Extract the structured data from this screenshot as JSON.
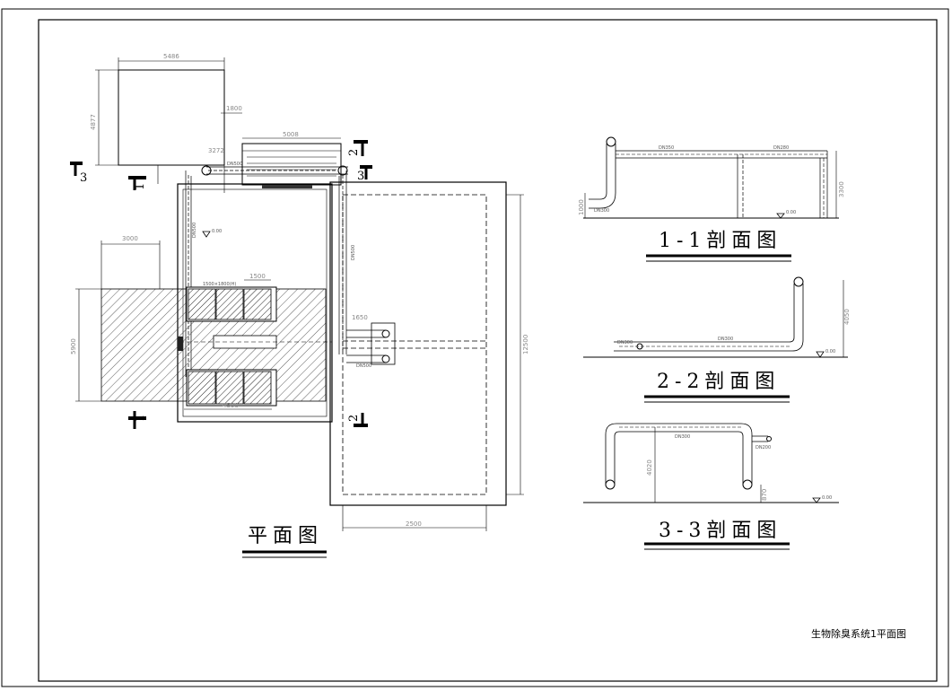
{
  "sheet_title": "生物除臭系统1平面图",
  "plan": {
    "title": "平面图",
    "dims": {
      "top_width": "5486",
      "top_height": "4877",
      "d_3000": "3000",
      "d_5900": "5900",
      "d_1500": "1500",
      "d_4500": "4500",
      "d_5008": "5008",
      "d_1800": "1800",
      "d_3272": "3272",
      "d_2500": "2500",
      "d_12500": "12500",
      "d_1650": "1650"
    },
    "pipe_labels": {
      "dn500_a": "DN500",
      "dn500_b": "DN500",
      "dn500_c": "DN500",
      "dn500_d": "DN500",
      "box_label": "1500×1800(H)"
    },
    "levels": {
      "plan_level": "0.00"
    },
    "section_marks": {
      "s1_top": "1",
      "s1_bottom": "1",
      "s2_top": "2",
      "s2_bottom": "2",
      "s3_left": "3",
      "s3_right": "3"
    }
  },
  "section_1": {
    "title": "1-1剖面图",
    "labels": {
      "pipe_a": "DN350",
      "pipe_b": "DN280",
      "pipe_c": "DN300",
      "height_right": "3300",
      "height_left": "1000",
      "level": "0.00"
    }
  },
  "section_2": {
    "title": "2-2剖面图",
    "labels": {
      "pipe_a": "DN300",
      "pipe_b": "DN300",
      "height": "4050",
      "level": "0.00"
    }
  },
  "section_3": {
    "title": "3-3剖面图",
    "labels": {
      "pipe_top": "DN300",
      "pipe_side": "DN200",
      "height": "4020",
      "height_small": "870",
      "level": "0.00"
    }
  }
}
